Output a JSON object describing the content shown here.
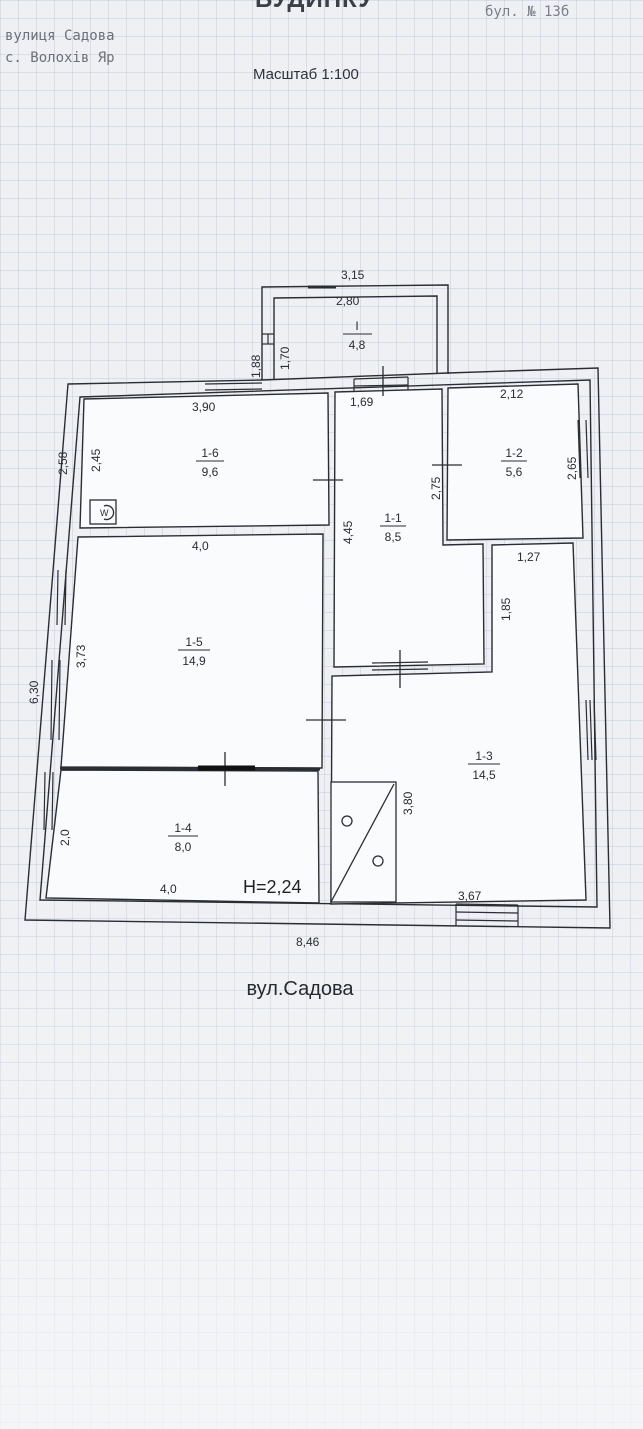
{
  "header": {
    "title_fragment": "БУДИНКУ",
    "bul_fragment": "бул. № 13б",
    "street_line": "вулиця   Садова",
    "village_line": "с. Волохів Яр",
    "scale": "Масштаб 1:100"
  },
  "plan": {
    "dims": {
      "porch_outer_width": "3,15",
      "porch_inner_width": "2,80",
      "porch_left_outer": "1,88",
      "porch_left_inner": "1,70",
      "room16_width": "3,90",
      "room16_height": "2,45",
      "left_top_height": "2,58",
      "corridor_width": "1,69",
      "room12_width": "2,12",
      "room12_left_height": "2,75",
      "room12_right_height": "2,65",
      "corridor_height": "4,45",
      "room15_width": "4,0",
      "room13_top_width": "1,27",
      "room13_notch_height": "1,85",
      "room15_height": "3,73",
      "overall_left_height": "6,30",
      "room13_height": "3,80",
      "room14_height": "2,0",
      "room14_width": "4,0",
      "ceiling_height": "H=2,24",
      "room13_bottom_width": "3,67",
      "overall_width": "8,46"
    },
    "rooms": {
      "porch": {
        "number": "I",
        "area": "4,8"
      },
      "r16": {
        "number": "1-6",
        "area": "9,6"
      },
      "r11": {
        "number": "1-1",
        "area": "8,5"
      },
      "r12": {
        "number": "1-2",
        "area": "5,6"
      },
      "r15": {
        "number": "1-5",
        "area": "14,9"
      },
      "r13": {
        "number": "1-3",
        "area": "14,5"
      },
      "r14": {
        "number": "1-4",
        "area": "8,0"
      }
    },
    "toilet_symbol": "W"
  },
  "street_label": "вул.Садова"
}
